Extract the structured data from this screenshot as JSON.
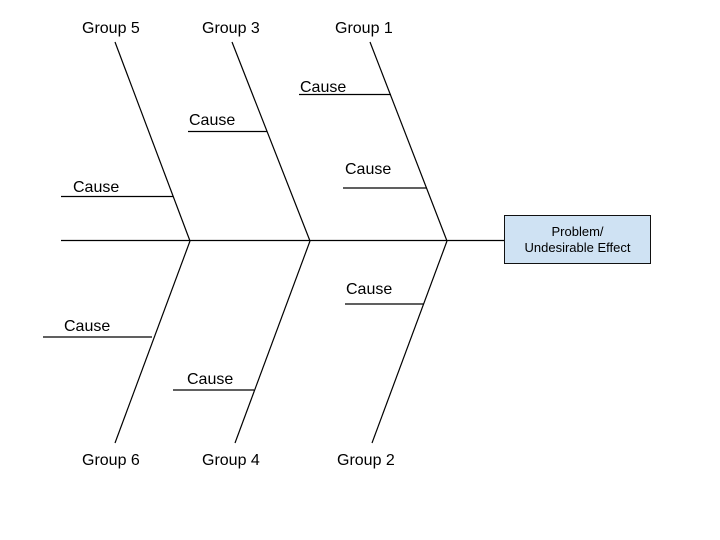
{
  "diagram": {
    "type": "fishbone-cause-and-effect",
    "effect_box": {
      "label": "Problem/\nUndesirable Effect"
    },
    "groups": [
      {
        "id": "group-5",
        "label": "Group 5",
        "position": "top-left"
      },
      {
        "id": "group-3",
        "label": "Group 3",
        "position": "top-middle"
      },
      {
        "id": "group-1",
        "label": "Group 1",
        "position": "top-right"
      },
      {
        "id": "group-6",
        "label": "Group 6",
        "position": "bottom-left"
      },
      {
        "id": "group-4",
        "label": "Group 4",
        "position": "bottom-middle"
      },
      {
        "id": "group-2",
        "label": "Group 2",
        "position": "bottom-right"
      }
    ],
    "causes": [
      {
        "id": "cause-group1-upper",
        "label": "Cause",
        "branch": "Group 1"
      },
      {
        "id": "cause-group3",
        "label": "Cause",
        "branch": "Group 3"
      },
      {
        "id": "cause-group1-lower",
        "label": "Cause",
        "branch": "Group 1"
      },
      {
        "id": "cause-group5",
        "label": "Cause",
        "branch": "Group 5"
      },
      {
        "id": "cause-group2",
        "label": "Cause",
        "branch": "Group 2"
      },
      {
        "id": "cause-group6",
        "label": "Cause",
        "branch": "Group 6"
      },
      {
        "id": "cause-group4",
        "label": "Cause",
        "branch": "Group 4"
      }
    ],
    "colors": {
      "background": "#ffffff",
      "line": "#000000",
      "text": "#000000",
      "box_fill": "#cfe2f3",
      "box_border": "#111111"
    }
  }
}
